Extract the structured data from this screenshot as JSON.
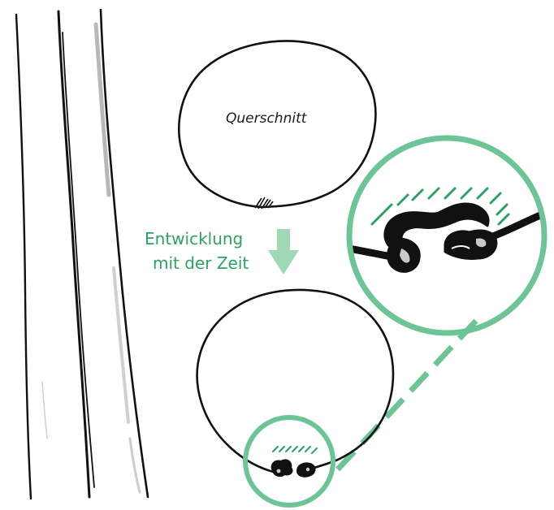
{
  "labels": {
    "cross_section": "Querschnitt",
    "development_line1": "Entwicklung",
    "development_line2": "mit der Zeit"
  },
  "colors": {
    "ink": "#111111",
    "accent_green": "#2aa363",
    "circle_green": "#6cc497",
    "arrow_green": "#9fd8b5",
    "bark_grey": "#9a9a9a",
    "wound_fill": "#c8c8c8"
  },
  "icons": {
    "arrow": "down-arrow-icon"
  }
}
